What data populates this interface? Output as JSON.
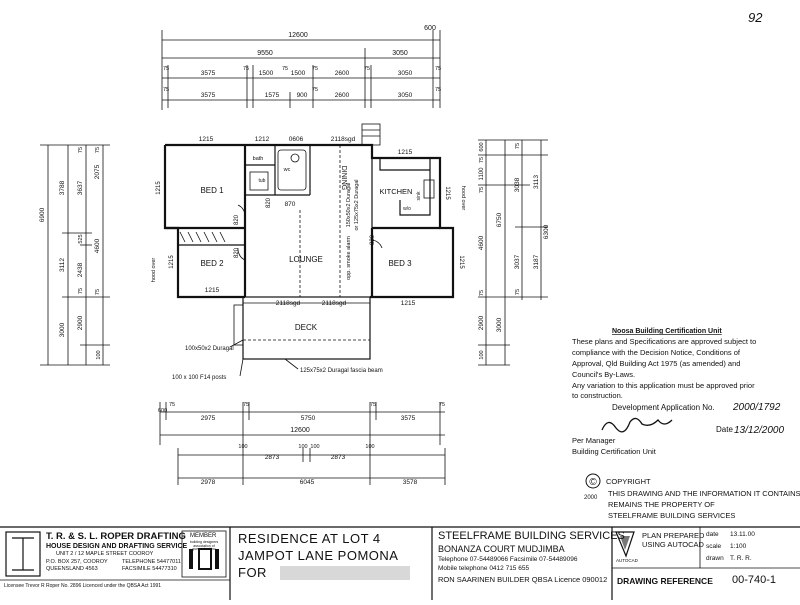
{
  "corner_mark": "92",
  "dimensions": {
    "top": {
      "overall": "12600",
      "right_ext": "600",
      "row2": [
        "9550",
        "3050"
      ],
      "row3": [
        "3575",
        "1500",
        "1500",
        "2600",
        "3050"
      ],
      "row3_gaps": [
        "75",
        "75",
        "75",
        "75",
        "75",
        "75"
      ],
      "row4": [
        "3575",
        "1575",
        "900",
        "2600",
        "3050"
      ],
      "row4_gaps": [
        "75",
        "75",
        "75"
      ]
    },
    "bottom": {
      "row1": [
        "600",
        "2975",
        "5750",
        "3575"
      ],
      "row1_gaps": [
        "75",
        "75",
        "75",
        "75"
      ],
      "overall": "12600",
      "row3": [
        "2873",
        "2873"
      ],
      "row3_gaps": [
        "100",
        "100",
        "100",
        "100"
      ],
      "row4": [
        "2978",
        "6045",
        "3578"
      ]
    },
    "left": {
      "overall": "6900",
      "col2": [
        "3788",
        "3112",
        "3000"
      ],
      "col3": [
        "75",
        "3637",
        "525",
        "2438",
        "75",
        "2900",
        "100"
      ],
      "col4": [
        "2075",
        "4600"
      ],
      "col4_gaps": [
        "75",
        "75"
      ]
    },
    "right": {
      "col1": [
        "600",
        "75",
        "1100",
        "75",
        "4600",
        "75",
        "2900",
        "100"
      ],
      "col2": [
        "6750",
        "3000"
      ],
      "col3": [
        "3038",
        "3037"
      ],
      "col3_gaps": [
        "75",
        "75"
      ],
      "col4": [
        "3113",
        "3187"
      ],
      "overall": "6300"
    }
  },
  "plan": {
    "rooms": {
      "bed1": "BED 1",
      "bed2": "BED 2",
      "bed3": "BED 3",
      "lounge": "LOUNGE",
      "dining": "DINING",
      "kitchen": "KITCHEN",
      "deck": "DECK",
      "bath": "bath",
      "wc": "wc",
      "tub": "tub"
    },
    "labels": {
      "w_bed1_top": "1215",
      "w_bath_top": "1212",
      "w_bath2_top": "0606",
      "w_sgd_top": "2118sgd",
      "w_kitchen_top": "1215",
      "w_bed1_side": "1215",
      "w_bed2_side": "1215",
      "w_bed2_bottom": "1215",
      "w_bed3_right": "1215",
      "w_kitchen_right": "1215",
      "w_bed3_bottom": "1215",
      "w_sgd_bottom1": "2118sgd",
      "w_sgd_bottom2": "2118sgd",
      "door_820_a": "820",
      "door_820_b": "820",
      "door_820_c": "820",
      "door_820_d": "820",
      "door_870": "870",
      "beam1": "150x50x2 Duragal",
      "beam2": "or 125x75x2 Duragal",
      "smoke": "opp. smoke alarm",
      "hood_left": "hood over",
      "hood_right": "hood over",
      "sink": "sink",
      "wo": "w/o",
      "duragal_deck": "100x50x2 Duragal",
      "posts": "100 x 100 F14 posts",
      "fascia": "125x75x2 Duragal fascia beam"
    }
  },
  "cert": {
    "heading": "Noosa Building Certification Unit",
    "lines": [
      "These plans and Specifications are approved subject to",
      "compliance with the Decision Notice, Conditions of",
      "Approval, Qld Building Act 1975 (as amended) and",
      "Council's By-Laws."
    ],
    "variation": [
      "Any variation to this application must be approved prior",
      "to construction."
    ],
    "da_label": "Development Application No.",
    "da_value": "2000/1792",
    "date_label": "Date",
    "date_value": "13/12/2000",
    "per_manager": "Per Manager",
    "unit": "Building Certification Unit"
  },
  "copyright": {
    "symbol": "©",
    "title": "COPYRIGHT",
    "year": "2000",
    "lines": [
      "THIS DRAWING AND THE INFORMATION IT CONTAINS",
      "REMAINS THE PROPERTY OF",
      "STEELFRAME BUILDING SERVICES"
    ]
  },
  "title_block": {
    "firm": "T. R. & S. L. ROPER DRAFTING",
    "service": "HOUSE DESIGN AND DRAFTING SERVICE",
    "addr1": "UNIT 2 / 12 MAPLE STREET COOROY",
    "addr2": "P.O. BOX 257, COOROY",
    "addr3": "QUEENSLAND 4563",
    "tel": "TELEPHONE 54477011",
    "fax": "FACSIMILE 54477310",
    "member": "MEMBER",
    "member_sub": "building designers association of queensland inc",
    "license": "Licensee Trevor R Roper No. 2896 Licenced under the QBSA Act 1991",
    "project1": "RESIDENCE AT LOT 4",
    "project2": "JAMPOT LANE  POMONA",
    "for": "FOR",
    "builder": "STEELFRAME BUILDING SERVICES",
    "builder_addr": "BONANZA COURT  MUDJIMBA",
    "builder_tel": "Telephone 07-54489066   Facsimile 07-54489096",
    "builder_mobile": "Mobile telephone 0412 715 655",
    "builder_lic": "RON SAARINEN BUILDER QBSA Licence 090012",
    "autocad1": "PLAN PREPARED",
    "autocad2": "USING AUTOCAD",
    "autocad_logo": "AUTOCAD",
    "date_label": "date",
    "date_value": "13.11.00",
    "scale_label": "scale",
    "scale_value": "1:100",
    "drawn_label": "drawn",
    "drawn_value": "T. R. R.",
    "ref_label": "DRAWING REFERENCE",
    "ref_value": "00-740-1"
  }
}
